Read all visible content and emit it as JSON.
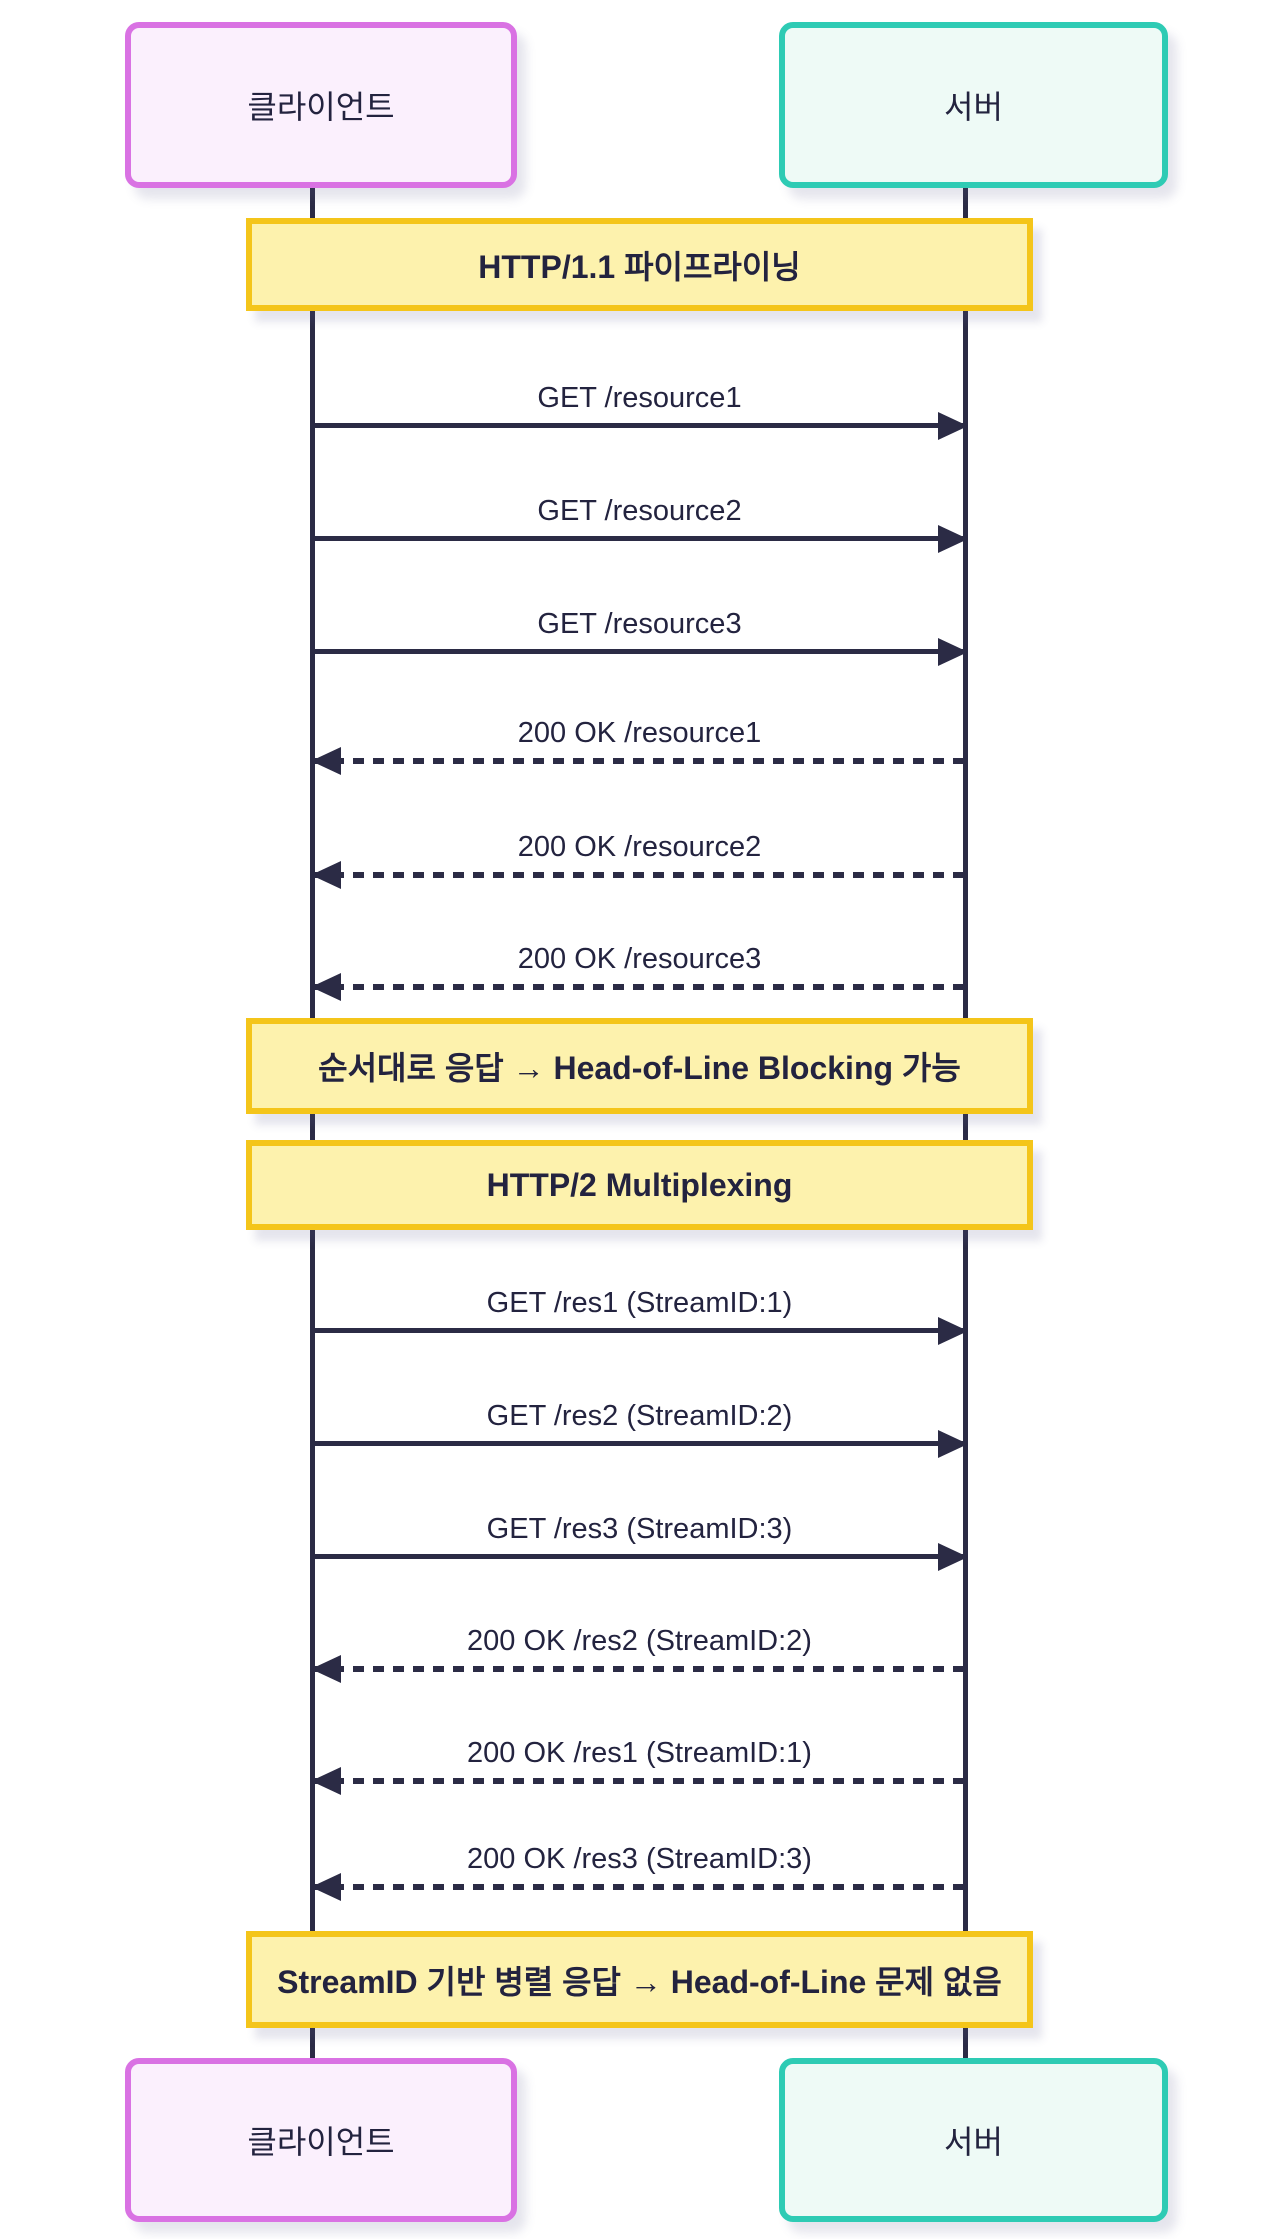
{
  "actors": {
    "client": "클라이언트",
    "server": "서버"
  },
  "sections": [
    {
      "title": "HTTP/1.1 파이프라이닝",
      "requests": [
        "GET /resource1",
        "GET /resource2",
        "GET /resource3"
      ],
      "responses": [
        "200 OK /resource1",
        "200 OK /resource2",
        "200 OK /resource3"
      ],
      "note": "순서대로 응답 → Head-of-Line Blocking 가능"
    },
    {
      "title": "HTTP/2 Multiplexing",
      "requests": [
        "GET /res1 (StreamID:1)",
        "GET /res2 (StreamID:2)",
        "GET /res3 (StreamID:3)"
      ],
      "responses": [
        "200 OK /res2 (StreamID:2)",
        "200 OK /res1 (StreamID:1)",
        "200 OK /res3 (StreamID:3)"
      ],
      "note": "StreamID 기반 병렬 응답 → Head-of-Line 문제 없음"
    }
  ],
  "colors": {
    "client_border": "#d972e3",
    "client_fill": "#fbf0fd",
    "server_border": "#2ecbb4",
    "server_fill": "#eefaf6",
    "note_border": "#f4c51a",
    "note_fill": "#fdf2ad",
    "line": "#2b2b45",
    "text": "#23233f",
    "background": "#ffffff"
  }
}
